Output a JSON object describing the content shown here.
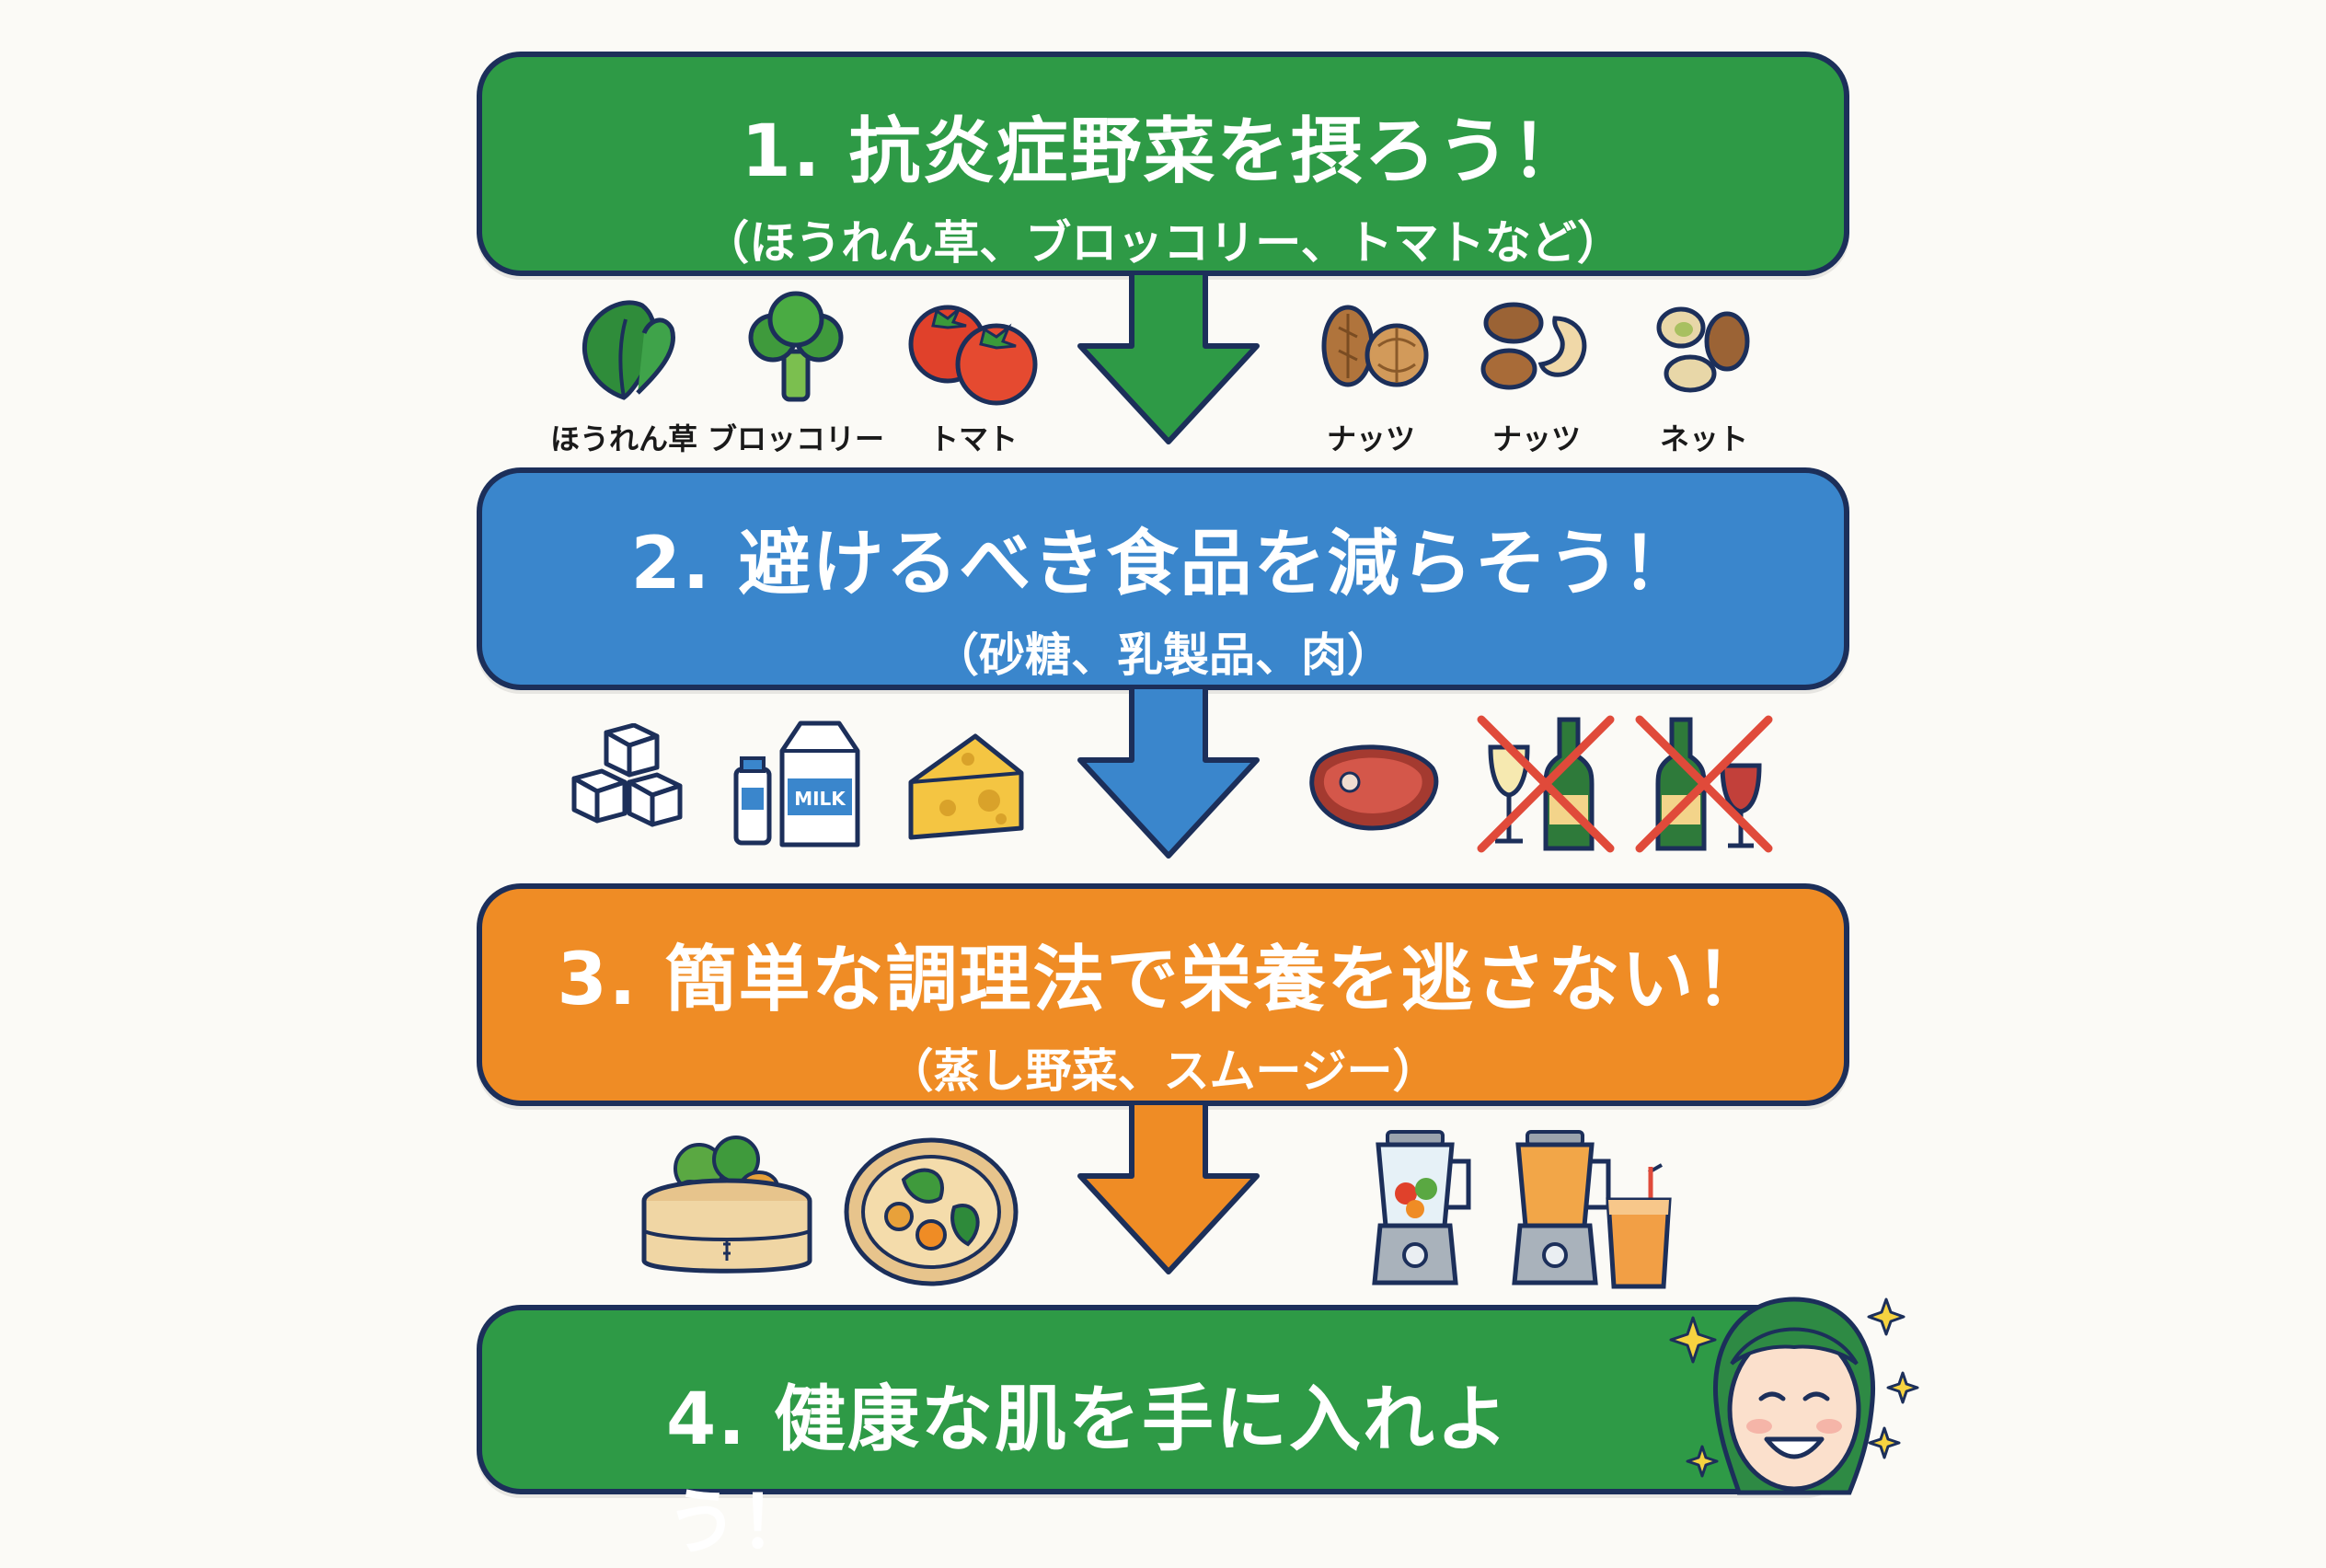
{
  "steps": [
    {
      "title": "1. 抗炎症野菜を摂ろう！",
      "subtitle": "（ほうれん草、ブロッコリー、トマトなど）"
    },
    {
      "title": "2. 避けるべき食品を減らそう！",
      "subtitle": "（砂糖、乳製品、肉）"
    },
    {
      "title": "3. 簡単な調理法で栄養を逃さない！",
      "subtitle": "（蒸し野菜、スムージー）"
    },
    {
      "title": "4. 健康な肌を手に入れよう！"
    }
  ],
  "icon_labels": {
    "spinach": "ほうれん草",
    "broccoli": "ブロッコリー",
    "tomato": "トマト",
    "nuts1": "ナッツ",
    "nuts2": "ナッツ",
    "nuts3": "ネット"
  },
  "milk_text": "MILK",
  "colors": {
    "step1": "#2e9a46",
    "step2": "#3a86cc",
    "step3": "#ef8c25",
    "step4": "#2e9a46",
    "outline": "#1c2f5a"
  },
  "icons": [
    "spinach-icon",
    "broccoli-icon",
    "tomato-icon",
    "almond-walnut-icon",
    "almond-cashew-icon",
    "pistachio-icon",
    "sugar-cubes-icon",
    "milk-carton-icon",
    "cheese-icon",
    "steak-icon",
    "no-white-wine-icon",
    "no-red-wine-icon",
    "steamer-basket-icon",
    "steamed-bowl-icon",
    "blender-icon",
    "juicer-icon",
    "juice-glass-icon",
    "smiling-woman-icon"
  ]
}
